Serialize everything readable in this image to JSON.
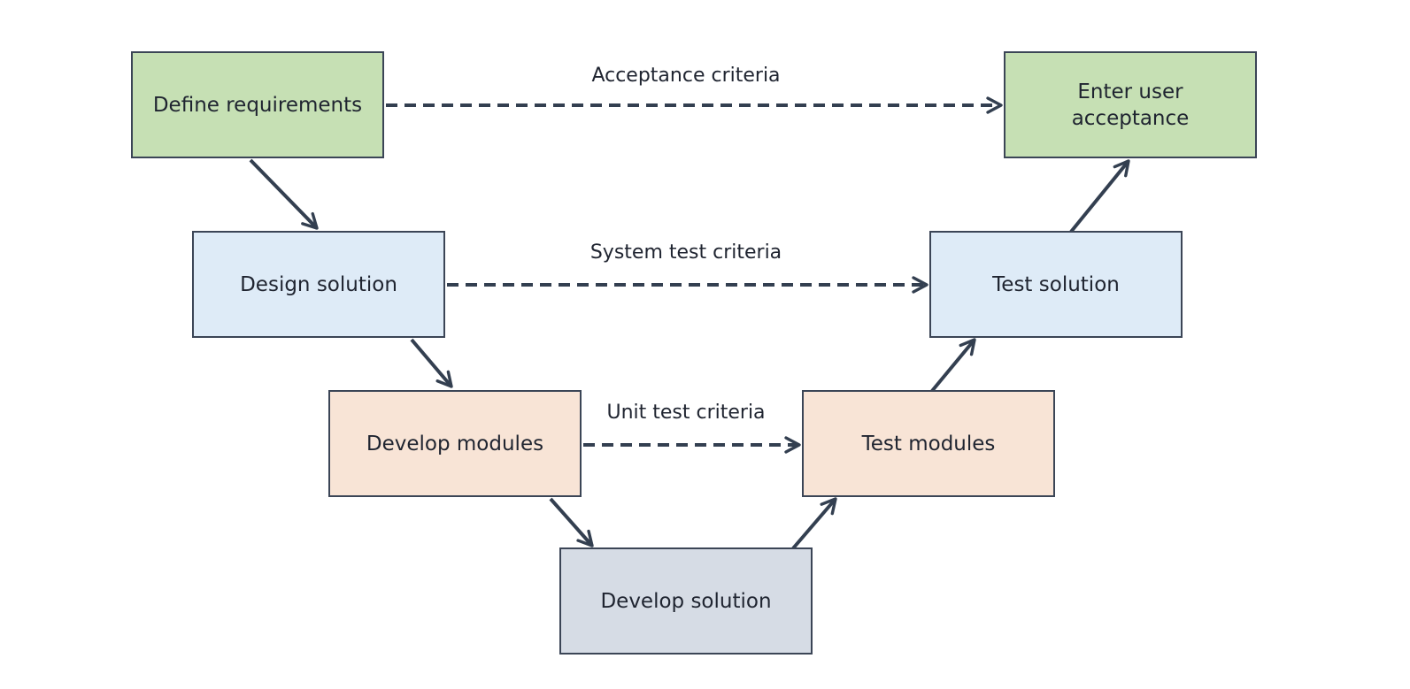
{
  "colors": {
    "requirements_level": "#c6e0b4",
    "design_level": "#deebf7",
    "modules_level": "#f8e4d6",
    "bottom_level": "#d6dce5",
    "stroke": "#333f50"
  },
  "nodes": {
    "define_requirements": "Define requirements",
    "enter_user_acceptance": "Enter user\nacceptance",
    "design_solution": "Design solution",
    "test_solution": "Test solution",
    "develop_modules": "Develop modules",
    "test_modules": "Test modules",
    "develop_solution": "Develop solution"
  },
  "edge_labels": {
    "acceptance": "Acceptance criteria",
    "system_test": "System test criteria",
    "unit_test": "Unit test criteria"
  }
}
